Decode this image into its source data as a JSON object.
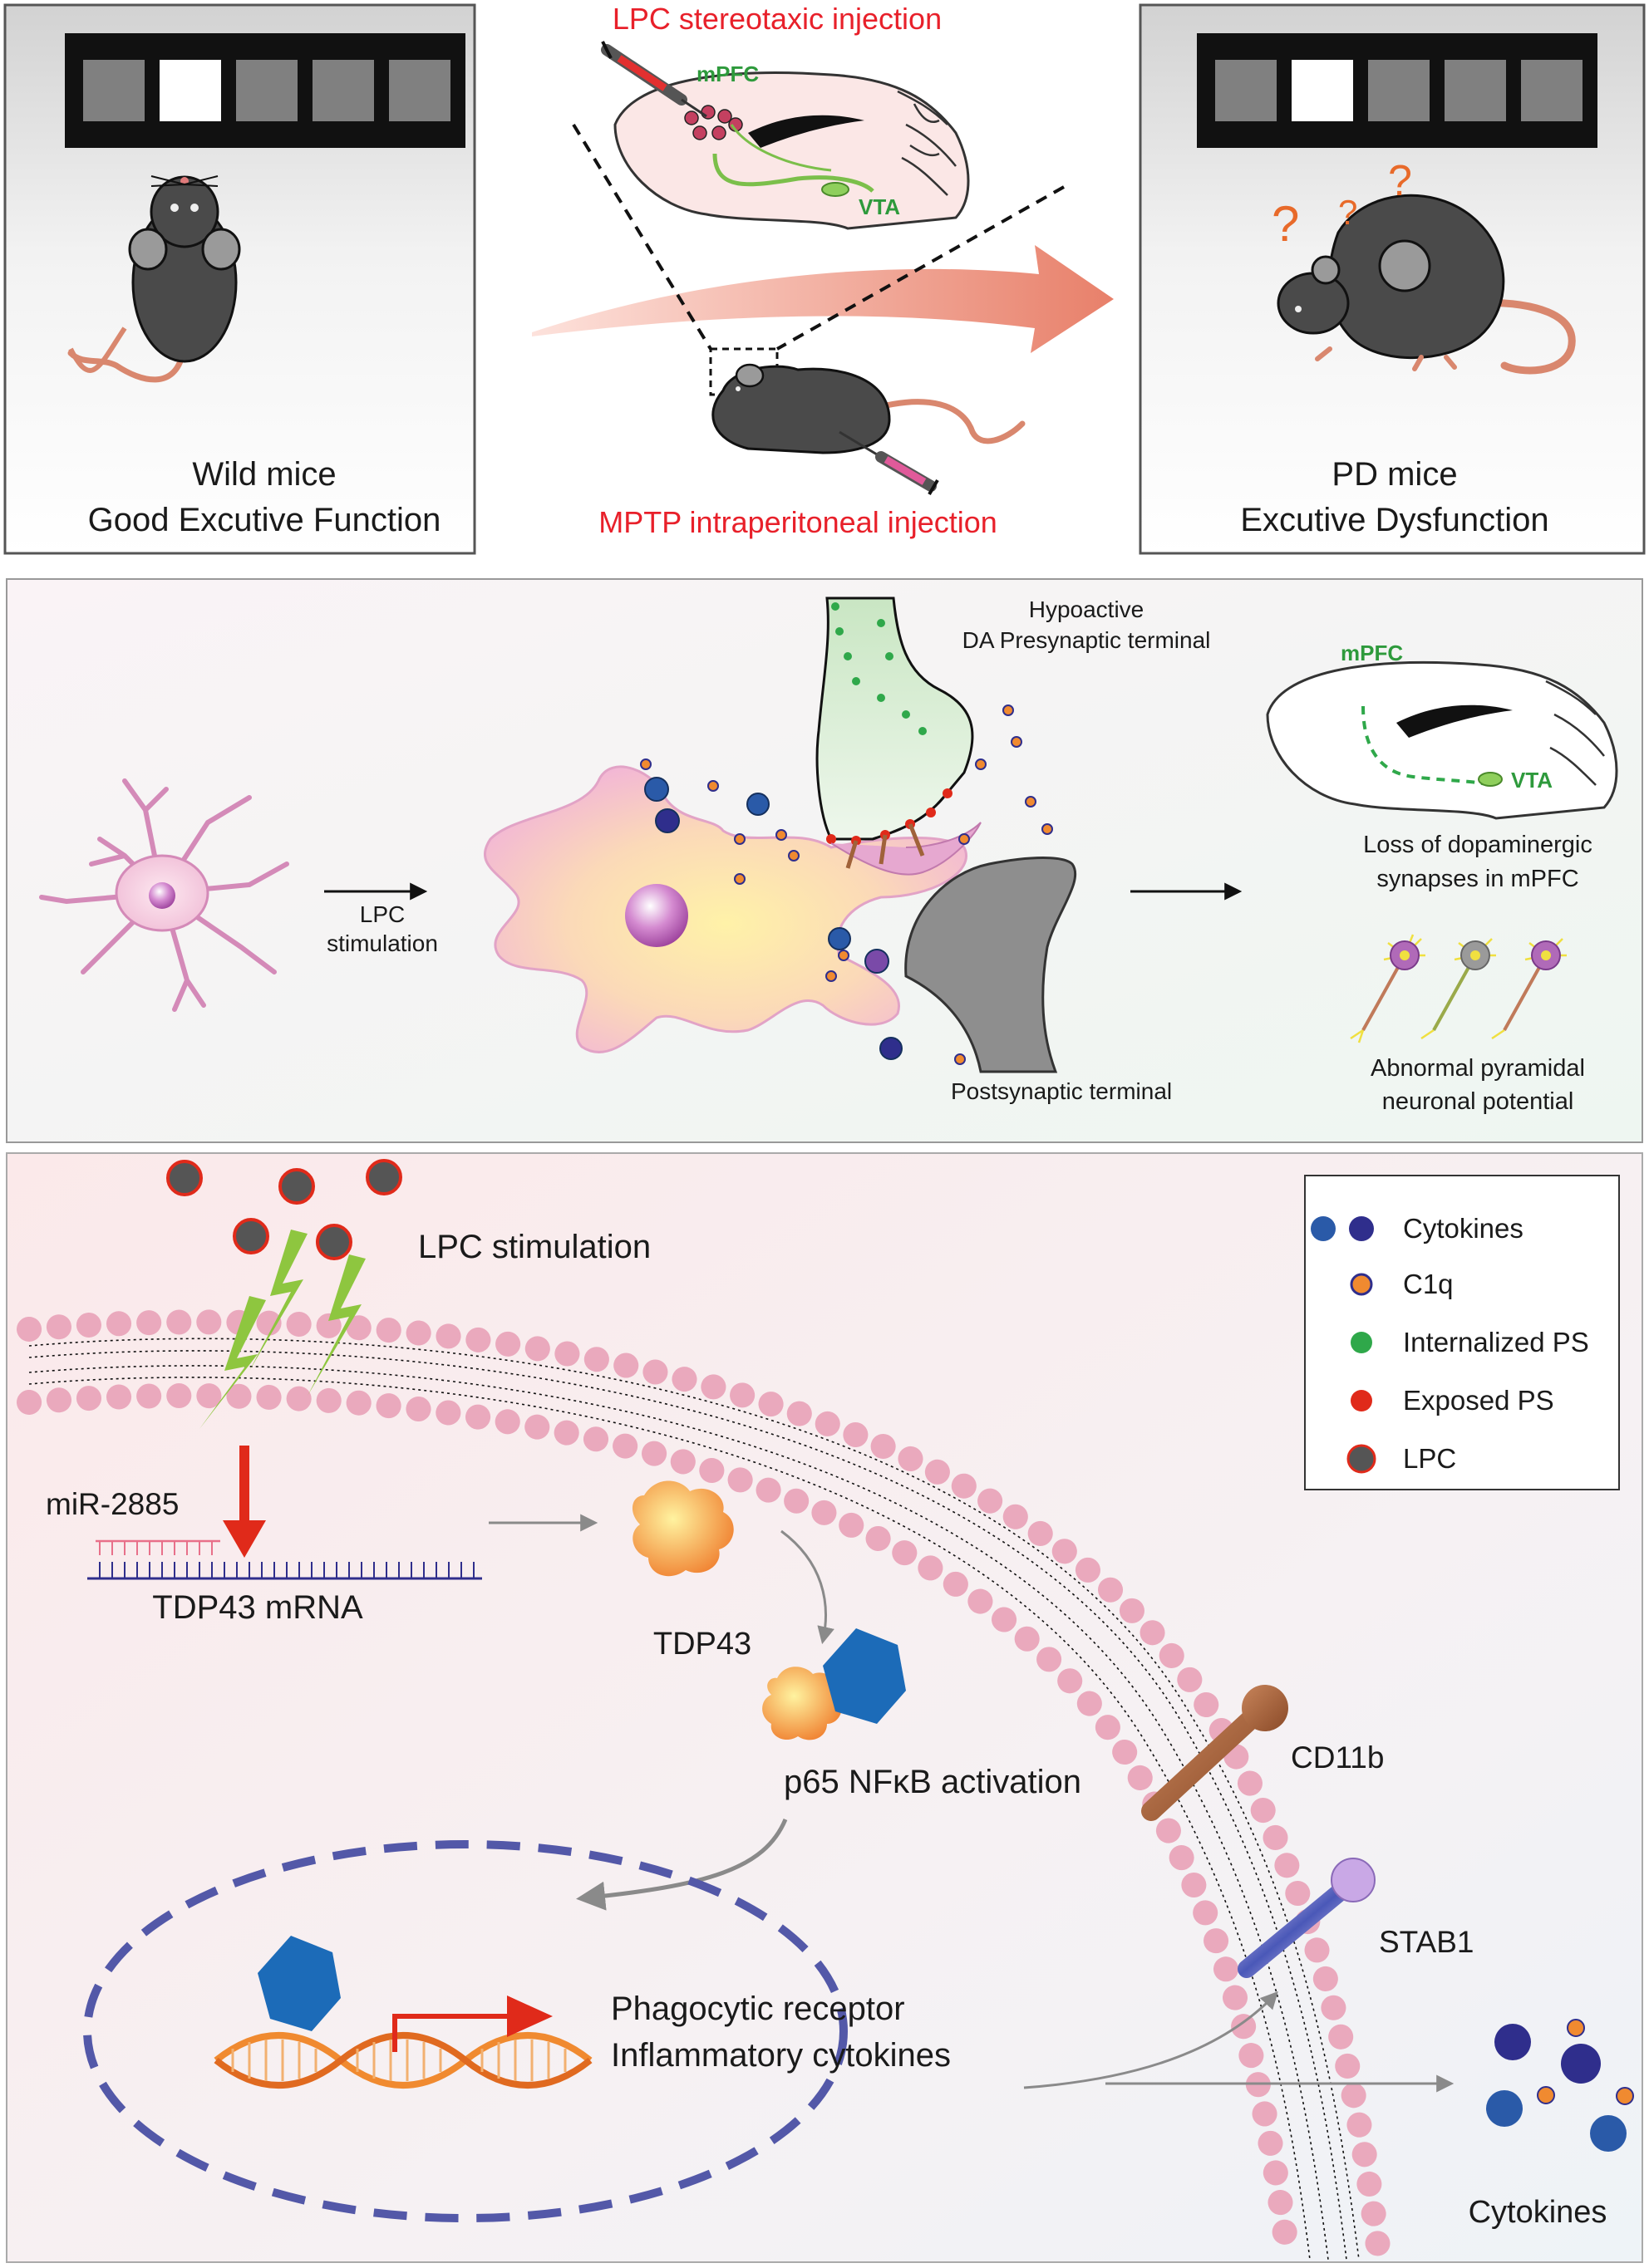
{
  "colors": {
    "red_label": "#e8202a",
    "green_label": "#2e9a3c",
    "black_text": "#1a1a1a",
    "arrow_salmon": "#e8806a",
    "membrane_pink": "#eaa9bd",
    "nucleus_dash": "#5358a8",
    "cytokine_blue": "#2a5aa8",
    "cytokine_navy": "#2f2e8c",
    "c1q_orange": "#f08a30",
    "internalized_ps": "#2fa84a",
    "exposed_ps": "#e02a1a",
    "lpc_gray": "#555555",
    "nfkb_hex": "#1c6bb8",
    "tdp43_orange": "#f39b3a",
    "cd11b_brown": "#a6623a"
  },
  "panel1": {
    "left_caption": [
      "Wild mice",
      "Good Excutive Function"
    ],
    "right_caption": [
      "PD mice",
      "Excutive Dysfunction"
    ],
    "top_label": "LPC stereotaxic injection",
    "bottom_label": "MPTP intraperitoneal injection",
    "brain_labels": [
      "mPFC",
      "VTA"
    ]
  },
  "panel2": {
    "stimulation_label": [
      "LPC",
      "stimulation"
    ],
    "presynaptic_label": [
      "Hypoactive",
      "DA Presynaptic terminal"
    ],
    "postsynaptic_label": "Postsynaptic terminal",
    "brain_labels": [
      "mPFC",
      "VTA"
    ],
    "loss_label": [
      "Loss of dopaminergic",
      "synapses in mPFC"
    ],
    "abnormal_label": [
      "Abnormal pyramidal",
      "neuronal potential"
    ]
  },
  "panel3": {
    "lpc_stimulation": "LPC stimulation",
    "mir": "miR-2885",
    "mrna": "TDP43 mRNA",
    "tdp43": "TDP43",
    "nfkb": "p65 NFκB activation",
    "cd11b": "CD11b",
    "stab1": "STAB1",
    "receptor_text": [
      "Phagocytic receptor",
      "Inflammatory cytokines"
    ],
    "cytokines": "Cytokines",
    "legend": [
      {
        "icon": "cytokines-dots",
        "label": "Cytokines"
      },
      {
        "icon": "c1q-dot",
        "label": "C1q"
      },
      {
        "icon": "internalized-ps-dot",
        "label": "Internalized PS"
      },
      {
        "icon": "exposed-ps-dot",
        "label": "Exposed PS"
      },
      {
        "icon": "lpc-dot",
        "label": "LPC"
      }
    ]
  }
}
